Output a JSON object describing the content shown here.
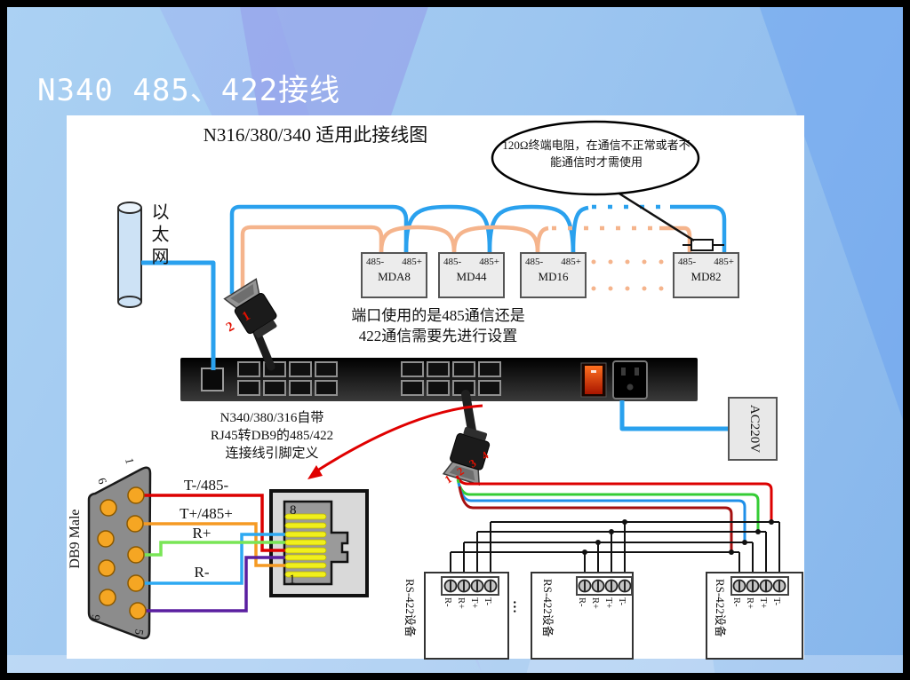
{
  "slide": {
    "title": "N340 485、422接线"
  },
  "panel": {
    "heading": "N316/380/340 适用此接线图",
    "callout": {
      "line1": "120Ω终端电阻，在通信不正常或者不",
      "line2": "能通信时才需使用"
    },
    "ethernet": "以太网",
    "port_note_line1": "端口使用的是485通信还是",
    "port_note_line2": "422通信需要先进行设置",
    "cable_note_line1": "N340/380/316自带",
    "cable_note_line2": "RJ45转DB9的485/422",
    "cable_note_line3": "连接线引脚定义",
    "power_label": "AC220V",
    "md_devices": [
      {
        "name": "MDA8",
        "neg": "485-",
        "pos": "485+"
      },
      {
        "name": "MD44",
        "neg": "485-",
        "pos": "485+"
      },
      {
        "name": "MD16",
        "neg": "485-",
        "pos": "485+"
      },
      {
        "name": "MD82",
        "neg": "485-",
        "pos": "485+"
      }
    ],
    "db9": {
      "label": "DB9 Male",
      "pin_top_right": "1",
      "pin_top_left": "6",
      "pin_bottom_left": "9",
      "pin_bottom_right": "5"
    },
    "wire_labels": {
      "t_minus": "T-/485-",
      "t_plus": "T+/485+",
      "r_plus": "R+",
      "r_minus": "R-"
    },
    "rj45": {
      "pin_top": "8",
      "pin_bottom": "1"
    },
    "connector1": {
      "pin2": "2",
      "pin1": "1"
    },
    "connector2": {
      "pins": "1 2 3 4"
    },
    "rs422": {
      "label": "RS-422设备",
      "terminals": [
        "R-",
        "R+",
        "T+",
        "T-"
      ],
      "more": "…"
    }
  },
  "colors": {
    "wire_blue": "#2aa1ee",
    "wire_salmon": "#f5b48c",
    "wire_red": "#dc0000",
    "wire_orange": "#f59a23",
    "wire_green": "#79e556",
    "wire_skyblue": "#2da9f2",
    "wire_purple": "#5a1fa0",
    "wire_darkred": "#a50f0f",
    "pin_yellow": "#f0ef1c",
    "db9_pin": "#f5a623"
  }
}
